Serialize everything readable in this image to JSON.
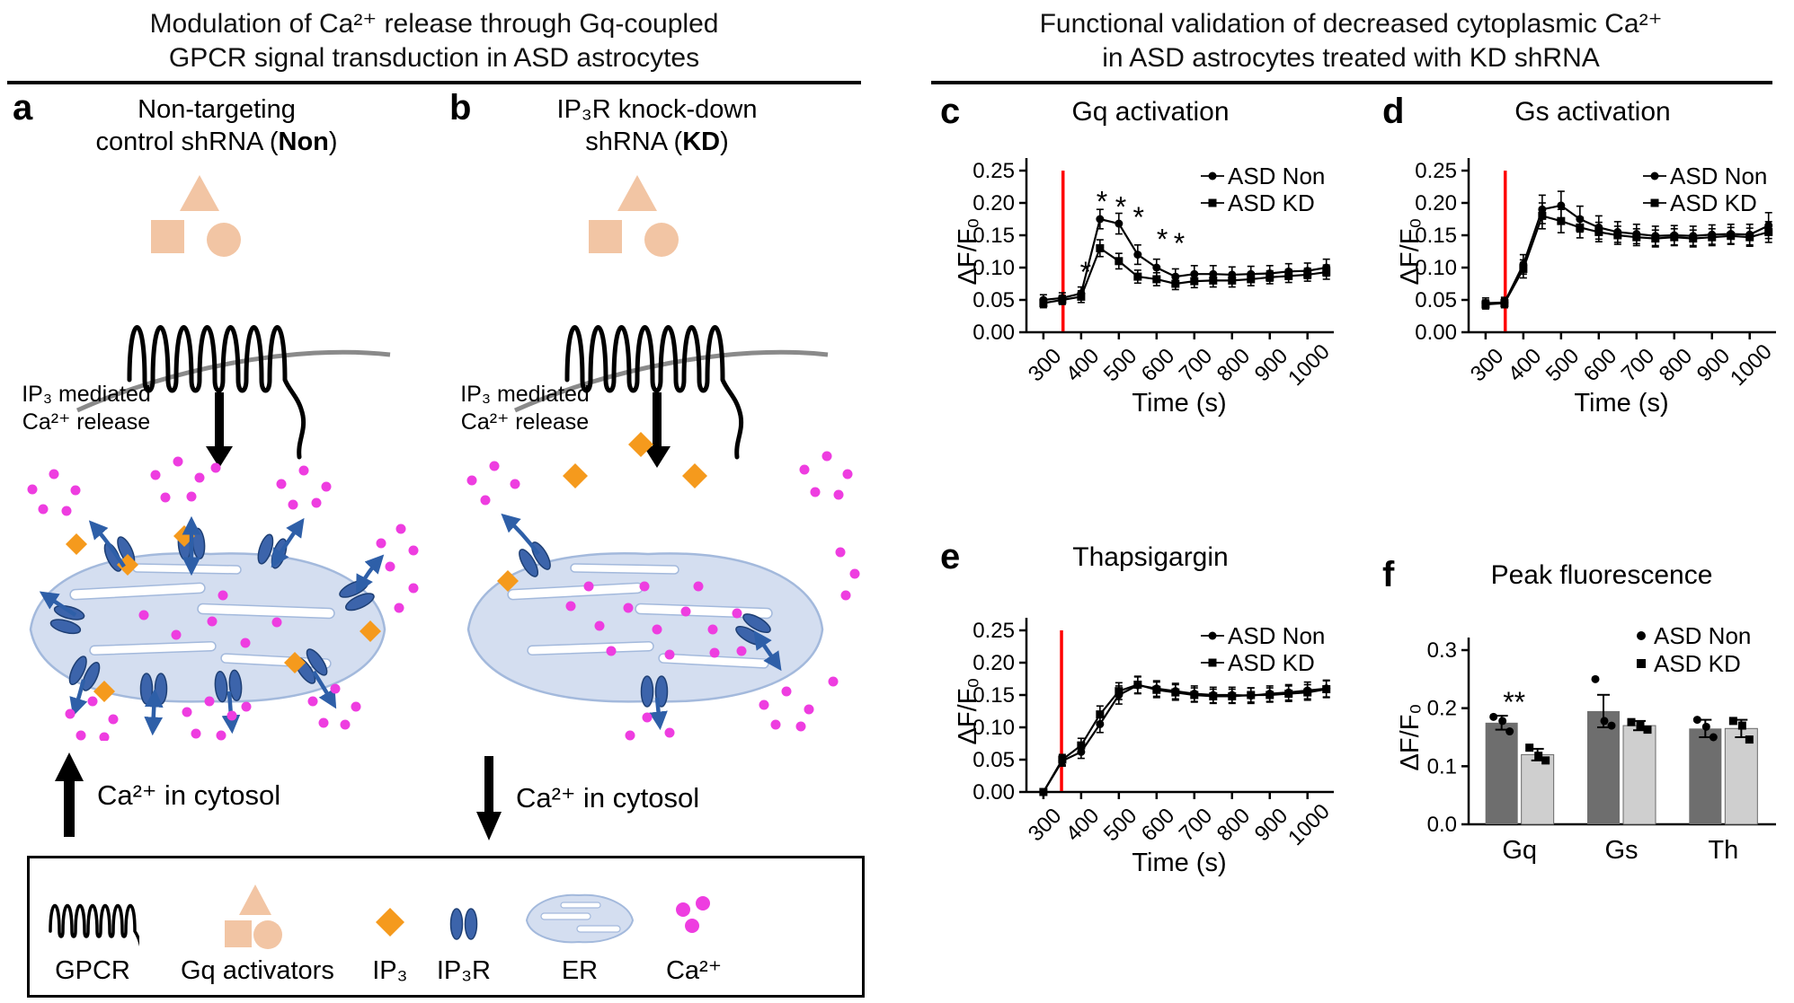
{
  "figure": {
    "left_title": [
      "Modulation of Ca²⁺ release through Gq-coupled",
      "GPCR signal transduction in ASD astrocytes"
    ],
    "right_title": [
      "Functional validation of decreased cytoplasmic Ca²⁺",
      "in ASD astrocytes treated with KD shRNA"
    ]
  },
  "panel_a": {
    "label": "a",
    "title_line1": "Non-targeting",
    "title_line2_pre": "control shRNA (",
    "title_line2_bold": "Non",
    "title_line2_post": ")",
    "ip3_text_line1": "IP₃ mediated",
    "ip3_text_line2": "Ca²⁺ release",
    "cytosol_text": "Ca²⁺ in cytosol",
    "cytosol_direction": "up"
  },
  "panel_b": {
    "label": "b",
    "title_line1": "IP₃R knock-down",
    "title_line2_pre": "shRNA (",
    "title_line2_bold": "KD",
    "title_line2_post": ")",
    "ip3_text_line1": "IP₃ mediated",
    "ip3_text_line2": "Ca²⁺ release",
    "cytosol_text": "Ca²⁺ in cytosol",
    "cytosol_direction": "down"
  },
  "legend": {
    "items": [
      {
        "name": "gpcr",
        "label": "GPCR"
      },
      {
        "name": "gq-activators",
        "label": "Gq activators"
      },
      {
        "name": "ip3",
        "label": "IP₃"
      },
      {
        "name": "ip3r",
        "label": "IP₃R"
      },
      {
        "name": "er",
        "label": "ER"
      },
      {
        "name": "ca",
        "label": "Ca²⁺"
      }
    ]
  },
  "colors": {
    "ca_dot": "#ee3de0",
    "ip3_diamond": "#f59a1d",
    "ip3r_channel": "#3c64ab",
    "ip3r_channel_edge": "#1e3f74",
    "arrow_blue": "#2e5fa8",
    "er_fill": "#d4def0",
    "er_stroke": "#a3b9dc",
    "activator": "#f2c5a4",
    "membrane": "#8a8a8a",
    "event_line": "#ff0000",
    "bar_non": "#6e6e6e",
    "bar_kd": "#cfcfcf"
  },
  "chart_data": [
    {
      "id": "c",
      "panel_label": "c",
      "type": "line",
      "title": "Gq activation",
      "xlabel": "Time (s)",
      "ylabel": "ΔF/F₀",
      "xlim": [
        255,
        1065
      ],
      "ylim": [
        0,
        0.25
      ],
      "yticks": [
        0,
        0.05,
        0.1,
        0.15,
        0.2,
        0.25
      ],
      "xticks": [
        300,
        400,
        500,
        600,
        700,
        800,
        900,
        1000
      ],
      "event_line_x": 352,
      "x": [
        300,
        350,
        400,
        450,
        500,
        550,
        600,
        650,
        700,
        750,
        800,
        850,
        900,
        950,
        1000,
        1050
      ],
      "series": [
        {
          "name": "ASD Non",
          "marker": "circle",
          "values": [
            0.05,
            0.053,
            0.06,
            0.175,
            0.168,
            0.12,
            0.1,
            0.086,
            0.09,
            0.09,
            0.089,
            0.09,
            0.091,
            0.094,
            0.095,
            0.1
          ],
          "errors": [
            0.008,
            0.008,
            0.01,
            0.015,
            0.016,
            0.015,
            0.013,
            0.012,
            0.013,
            0.013,
            0.012,
            0.012,
            0.012,
            0.012,
            0.012,
            0.013
          ]
        },
        {
          "name": "ASD KD",
          "marker": "square",
          "values": [
            0.045,
            0.05,
            0.055,
            0.13,
            0.11,
            0.086,
            0.082,
            0.075,
            0.079,
            0.08,
            0.08,
            0.082,
            0.085,
            0.087,
            0.089,
            0.093
          ],
          "errors": [
            0.007,
            0.007,
            0.009,
            0.013,
            0.012,
            0.01,
            0.01,
            0.009,
            0.01,
            0.01,
            0.01,
            0.01,
            0.01,
            0.01,
            0.01,
            0.011
          ]
        }
      ],
      "annotations": [
        {
          "x": 412,
          "y": 0.097,
          "text": "*"
        },
        {
          "x": 455,
          "y": 0.206,
          "text": "*"
        },
        {
          "x": 505,
          "y": 0.198,
          "text": "*"
        },
        {
          "x": 552,
          "y": 0.182,
          "text": "*"
        },
        {
          "x": 615,
          "y": 0.148,
          "text": "*"
        },
        {
          "x": 660,
          "y": 0.142,
          "text": "*"
        }
      ],
      "legend": [
        {
          "name": "ASD Non",
          "marker": "circle"
        },
        {
          "name": "ASD KD",
          "marker": "square"
        }
      ]
    },
    {
      "id": "d",
      "panel_label": "d",
      "type": "line",
      "title": "Gs activation",
      "xlabel": "Time (s)",
      "ylabel": "ΔF/F₀",
      "xlim": [
        255,
        1065
      ],
      "ylim": [
        0,
        0.25
      ],
      "yticks": [
        0,
        0.05,
        0.1,
        0.15,
        0.2,
        0.25
      ],
      "xticks": [
        300,
        400,
        500,
        600,
        700,
        800,
        900,
        1000
      ],
      "event_line_x": 352,
      "x": [
        300,
        350,
        400,
        450,
        500,
        550,
        600,
        650,
        700,
        750,
        800,
        850,
        900,
        950,
        1000,
        1050
      ],
      "series": [
        {
          "name": "ASD Non",
          "marker": "circle",
          "values": [
            0.045,
            0.046,
            0.105,
            0.19,
            0.196,
            0.175,
            0.162,
            0.155,
            0.152,
            0.149,
            0.15,
            0.149,
            0.151,
            0.152,
            0.151,
            0.165
          ],
          "errors": [
            0.008,
            0.008,
            0.015,
            0.022,
            0.022,
            0.02,
            0.018,
            0.016,
            0.015,
            0.015,
            0.015,
            0.015,
            0.015,
            0.015,
            0.016,
            0.02
          ]
        },
        {
          "name": "ASD KD",
          "marker": "square",
          "values": [
            0.043,
            0.045,
            0.098,
            0.18,
            0.172,
            0.162,
            0.155,
            0.15,
            0.147,
            0.145,
            0.147,
            0.145,
            0.147,
            0.149,
            0.147,
            0.155
          ],
          "errors": [
            0.007,
            0.007,
            0.014,
            0.02,
            0.018,
            0.016,
            0.015,
            0.014,
            0.013,
            0.013,
            0.013,
            0.013,
            0.013,
            0.013,
            0.014,
            0.016
          ]
        }
      ],
      "annotations": [],
      "legend": [
        {
          "name": "ASD Non",
          "marker": "circle"
        },
        {
          "name": "ASD KD",
          "marker": "square"
        }
      ]
    },
    {
      "id": "e",
      "panel_label": "e",
      "type": "line",
      "title": "Thapsigargin",
      "xlabel": "Time (s)",
      "ylabel": "ΔF/F₀",
      "xlim": [
        255,
        1065
      ],
      "ylim": [
        0,
        0.25
      ],
      "yticks": [
        0,
        0.05,
        0.1,
        0.15,
        0.2,
        0.25
      ],
      "xticks": [
        300,
        400,
        500,
        600,
        700,
        800,
        900,
        1000
      ],
      "event_line_x": 348,
      "x": [
        300,
        350,
        400,
        450,
        500,
        550,
        600,
        650,
        700,
        750,
        800,
        850,
        900,
        950,
        1000,
        1050
      ],
      "series": [
        {
          "name": "ASD Non",
          "marker": "circle",
          "values": [
            0.0,
            0.048,
            0.062,
            0.105,
            0.15,
            0.165,
            0.16,
            0.156,
            0.152,
            0.15,
            0.15,
            0.149,
            0.152,
            0.154,
            0.157,
            0.16
          ],
          "errors": [
            0.004,
            0.008,
            0.01,
            0.013,
            0.014,
            0.013,
            0.012,
            0.012,
            0.012,
            0.012,
            0.012,
            0.012,
            0.012,
            0.012,
            0.013,
            0.013
          ]
        },
        {
          "name": "ASD KD",
          "marker": "square",
          "values": [
            0.0,
            0.05,
            0.072,
            0.12,
            0.156,
            0.166,
            0.158,
            0.154,
            0.15,
            0.148,
            0.148,
            0.15,
            0.15,
            0.152,
            0.154,
            0.159
          ],
          "errors": [
            0.004,
            0.008,
            0.011,
            0.013,
            0.013,
            0.013,
            0.012,
            0.012,
            0.011,
            0.011,
            0.011,
            0.011,
            0.011,
            0.012,
            0.012,
            0.013
          ]
        }
      ],
      "annotations": [],
      "legend": [
        {
          "name": "ASD Non",
          "marker": "circle"
        },
        {
          "name": "ASD KD",
          "marker": "square"
        }
      ]
    },
    {
      "id": "f",
      "panel_label": "f",
      "type": "bar",
      "title": "Peak fluorescence",
      "ylabel": "ΔF/F₀",
      "ylim": [
        0,
        0.3
      ],
      "yticks": [
        0,
        0.1,
        0.2,
        0.3
      ],
      "categories": [
        "Gq",
        "Gs",
        "Th"
      ],
      "series": [
        {
          "name": "ASD Non",
          "marker": "circle",
          "color_key": "bar_non",
          "values": [
            0.175,
            0.195,
            0.165
          ],
          "errors": [
            0.012,
            0.028,
            0.015
          ],
          "points": [
            [
              0.185,
              0.178,
              0.16
            ],
            [
              0.25,
              0.178,
              0.17
            ],
            [
              0.18,
              0.168,
              0.15
            ]
          ]
        },
        {
          "name": "ASD KD",
          "marker": "square",
          "color_key": "bar_kd",
          "values": [
            0.12,
            0.17,
            0.165
          ],
          "errors": [
            0.01,
            0.008,
            0.015
          ],
          "points": [
            [
              0.132,
              0.118,
              0.11
            ],
            [
              0.176,
              0.17,
              0.163
            ],
            [
              0.178,
              0.17,
              0.146
            ]
          ]
        }
      ],
      "significance": [
        {
          "category": "Gq",
          "text": "**",
          "y": 0.215
        }
      ],
      "legend": [
        {
          "name": "ASD Non",
          "marker": "circle"
        },
        {
          "name": "ASD KD",
          "marker": "square"
        }
      ]
    }
  ]
}
